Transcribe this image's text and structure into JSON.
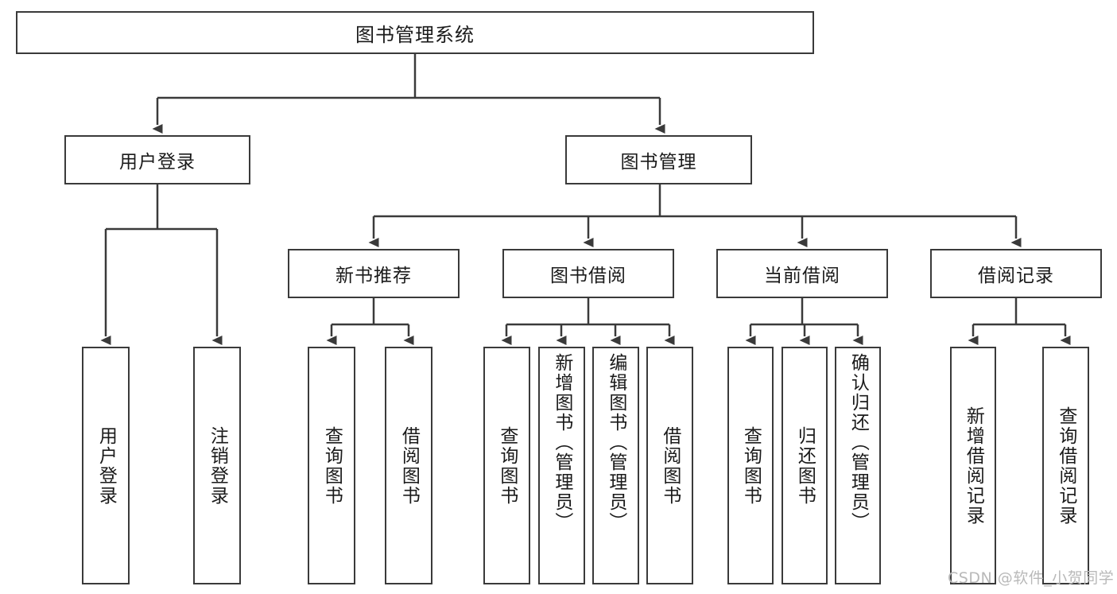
{
  "diagram": {
    "title": "图书管理系统",
    "type": "功能结构图",
    "watermark": "CSDN @软件_小贺同学",
    "stroke_color": "#3a3a3a",
    "text_color": "#1a1a1a",
    "background_color": "#ffffff",
    "levels": [
      {
        "level": 1,
        "nodes": [
          {
            "id": "root",
            "label": "图书管理系统",
            "orientation": "horizontal"
          }
        ]
      },
      {
        "level": 2,
        "nodes": [
          {
            "id": "user-login",
            "label": "用户登录",
            "orientation": "horizontal",
            "parent": "root"
          },
          {
            "id": "book-mgmt",
            "label": "图书管理",
            "orientation": "horizontal",
            "parent": "root"
          }
        ]
      },
      {
        "level": 3,
        "nodes": [
          {
            "id": "new-book-rec",
            "label": "新书推荐",
            "orientation": "horizontal",
            "parent": "book-mgmt"
          },
          {
            "id": "book-borrow",
            "label": "图书借阅",
            "orientation": "horizontal",
            "parent": "book-mgmt"
          },
          {
            "id": "current-borrow",
            "label": "当前借阅",
            "orientation": "horizontal",
            "parent": "book-mgmt"
          },
          {
            "id": "borrow-record",
            "label": "借阅记录",
            "orientation": "horizontal",
            "parent": "book-mgmt"
          }
        ]
      },
      {
        "level": 4,
        "nodes": [
          {
            "id": "leaf-user-login",
            "label": "用户登录",
            "orientation": "vertical",
            "parent": "user-login"
          },
          {
            "id": "leaf-user-logout",
            "label": "注销登录",
            "orientation": "vertical",
            "parent": "user-login"
          },
          {
            "id": "leaf-rec-query",
            "label": "查询图书",
            "orientation": "vertical",
            "parent": "new-book-rec"
          },
          {
            "id": "leaf-rec-borrow",
            "label": "借阅图书",
            "orientation": "vertical",
            "parent": "new-book-rec"
          },
          {
            "id": "leaf-bb-query",
            "label": "查询图书",
            "orientation": "vertical",
            "parent": "book-borrow"
          },
          {
            "id": "leaf-bb-add",
            "label": "新增图书（管理员）",
            "orientation": "vertical",
            "parent": "book-borrow"
          },
          {
            "id": "leaf-bb-edit",
            "label": "编辑图书（管理员）",
            "orientation": "vertical",
            "parent": "book-borrow"
          },
          {
            "id": "leaf-bb-borrow",
            "label": "借阅图书",
            "orientation": "vertical",
            "parent": "book-borrow"
          },
          {
            "id": "leaf-cb-query",
            "label": "查询图书",
            "orientation": "vertical",
            "parent": "current-borrow"
          },
          {
            "id": "leaf-cb-return",
            "label": "归还图书",
            "orientation": "vertical",
            "parent": "current-borrow"
          },
          {
            "id": "leaf-cb-confirm",
            "label": "确认归还（管理员）",
            "orientation": "vertical",
            "parent": "current-borrow"
          },
          {
            "id": "leaf-br-add",
            "label": "新增借阅记录",
            "orientation": "vertical",
            "parent": "borrow-record"
          },
          {
            "id": "leaf-br-query",
            "label": "查询借阅记录",
            "orientation": "vertical",
            "parent": "borrow-record"
          }
        ]
      }
    ]
  }
}
